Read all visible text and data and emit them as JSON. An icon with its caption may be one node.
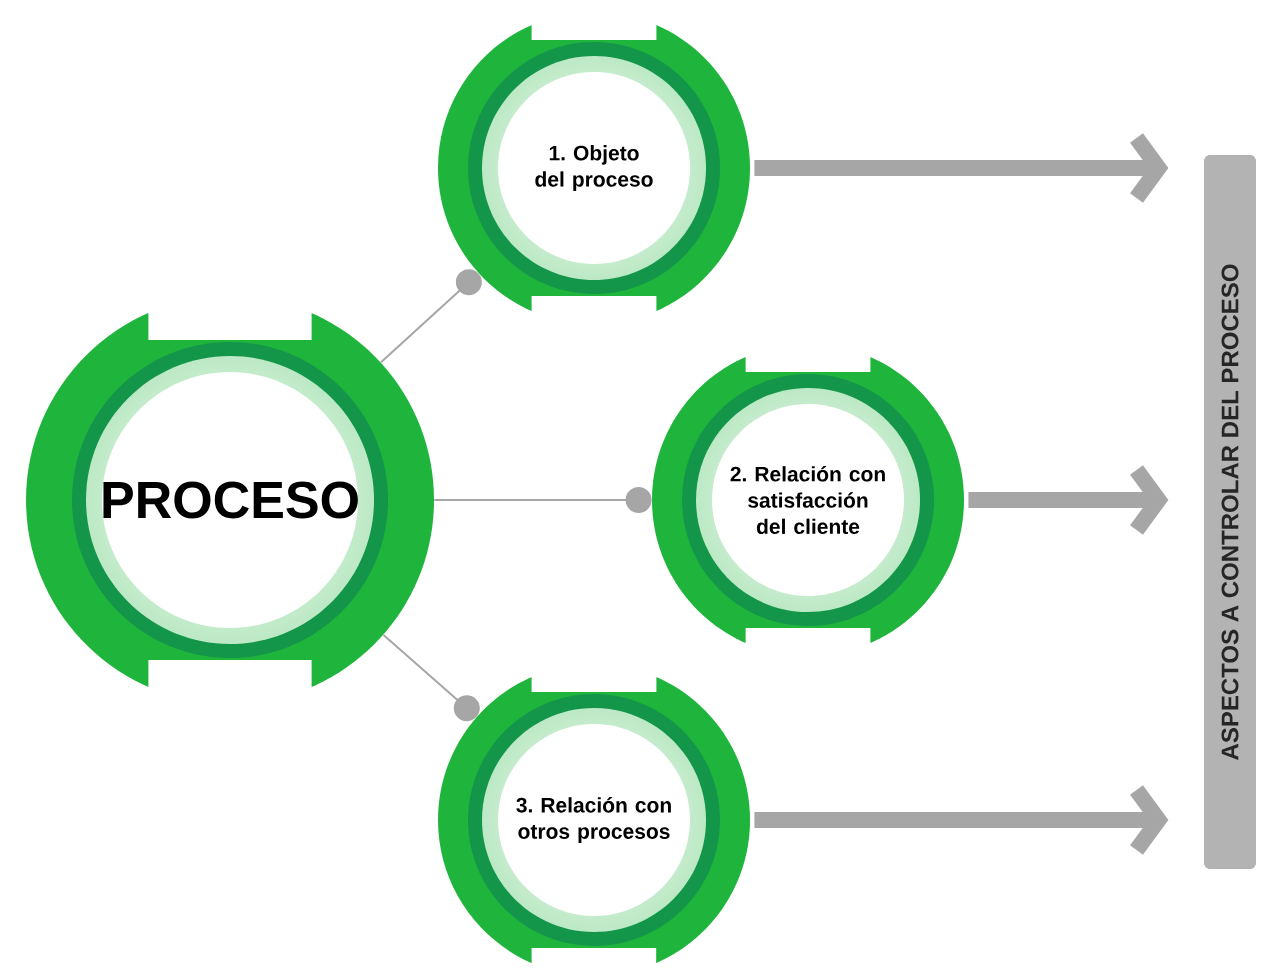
{
  "diagram": {
    "nodes": [
      {
        "text": [
          "PROCESO"
        ]
      },
      {
        "text": [
          "1. Objeto del proceso"
        ]
      },
      {
        "text": [
          "2. Relación con satisfacción del cliente"
        ]
      },
      {
        "text": [
          "3. Relación con otros procesos"
        ]
      },
      {
        "text": [
          "ASPECTOS A CONTROLAR DEL PROCESO"
        ]
      }
    ],
    "edges": [
      {
        "from": 0,
        "to": 1,
        "arrow": "other"
      },
      {
        "from": 0,
        "to": 2,
        "arrow": "other"
      },
      {
        "from": 0,
        "to": 3,
        "arrow": "other"
      },
      {
        "from": 1,
        "to": 4,
        "arrow": "to",
        "style": "thick"
      },
      {
        "from": 2,
        "to": 4,
        "arrow": "to",
        "style": "thick"
      },
      {
        "from": 3,
        "to": 4,
        "arrow": "to",
        "style": "thick"
      }
    ]
  }
}
